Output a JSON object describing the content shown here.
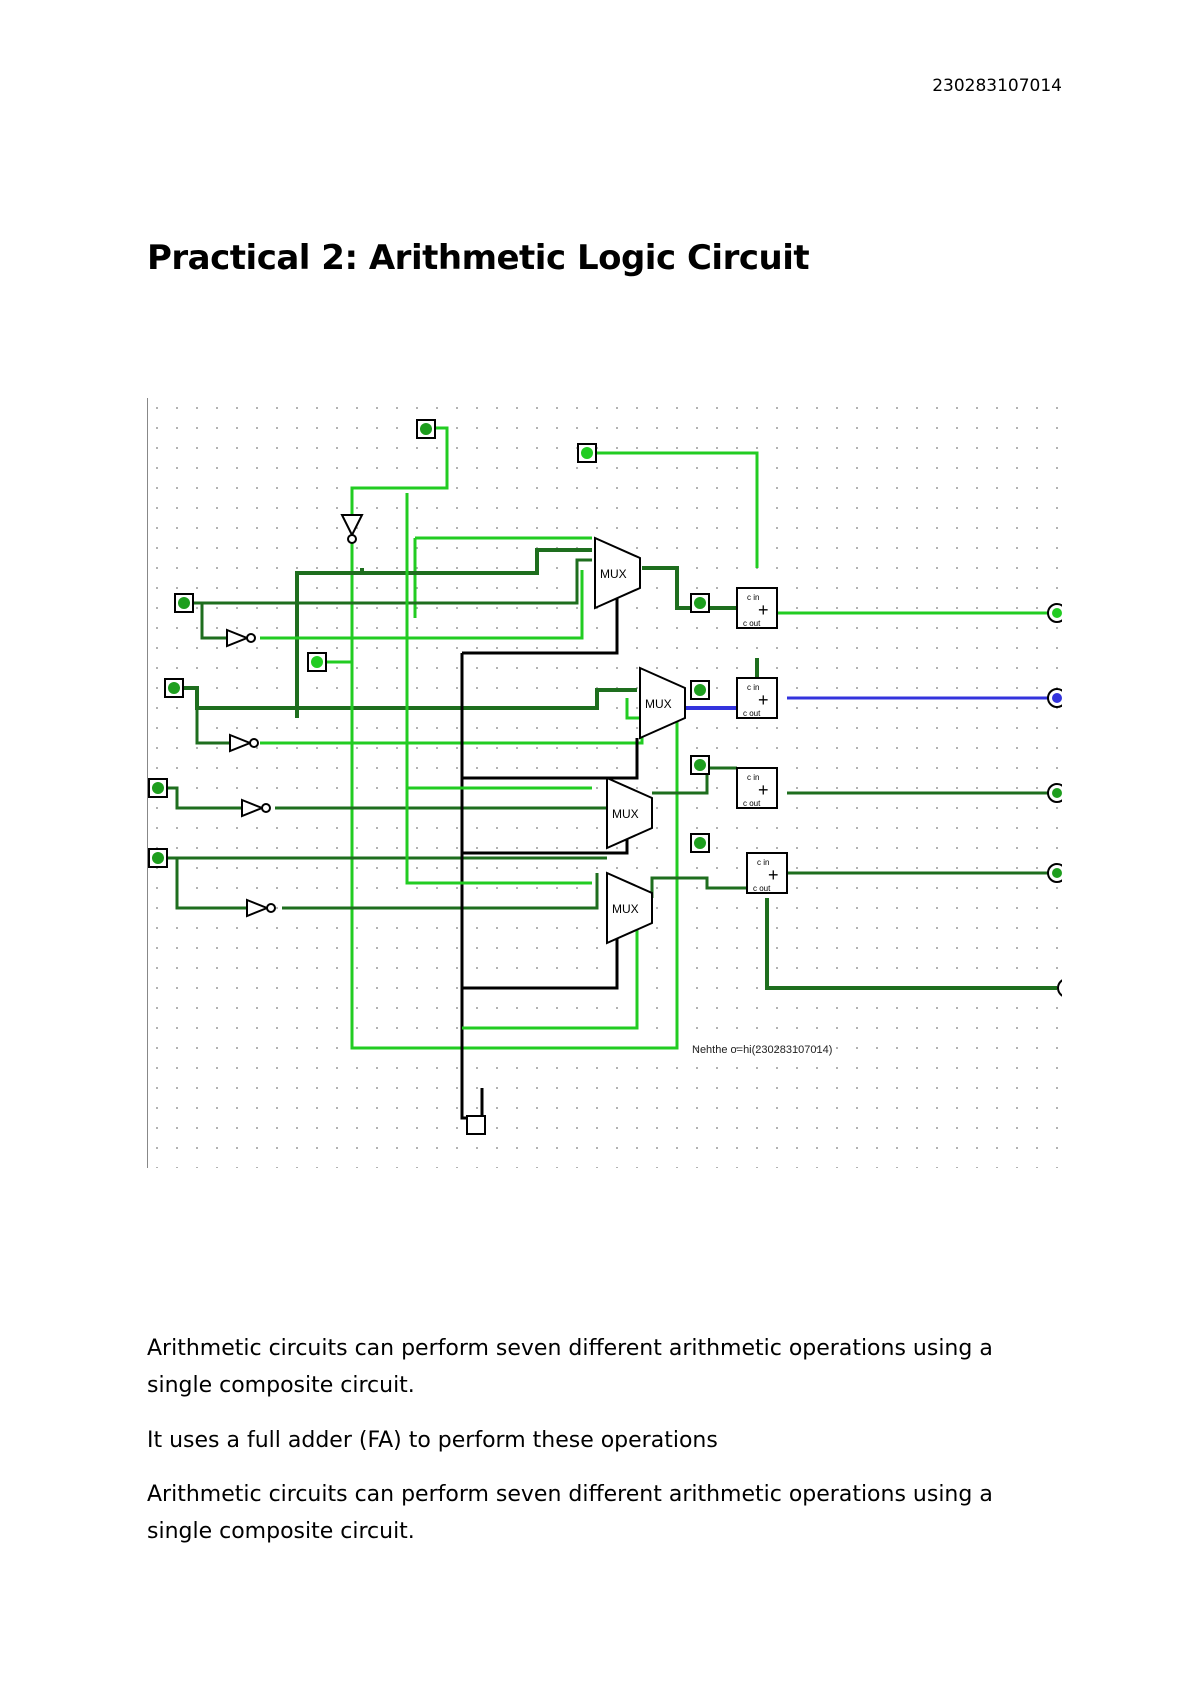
{
  "header": {
    "id_text": "230283107014"
  },
  "title": "Practical 2: Arithmetic Logic Circuit",
  "figure": {
    "mux_label": "MUX",
    "adder_cin": "c in",
    "adder_cout": "c out",
    "adder_symbol": "+",
    "caption_in_circuit": "Nehthe o=hi(230283107014)",
    "wire_colors": {
      "active": "#22cc22",
      "inactive": "#1e6e1e",
      "bus": "#3333dd",
      "plain": "#000000"
    }
  },
  "paragraphs": [
    "Arithmetic circuits can perform seven different arithmetic operations using a single composite circuit.",
    "It uses a full adder (FA) to perform these operations",
    "Arithmetic circuits can perform seven different arithmetic operations using a single composite circuit."
  ]
}
